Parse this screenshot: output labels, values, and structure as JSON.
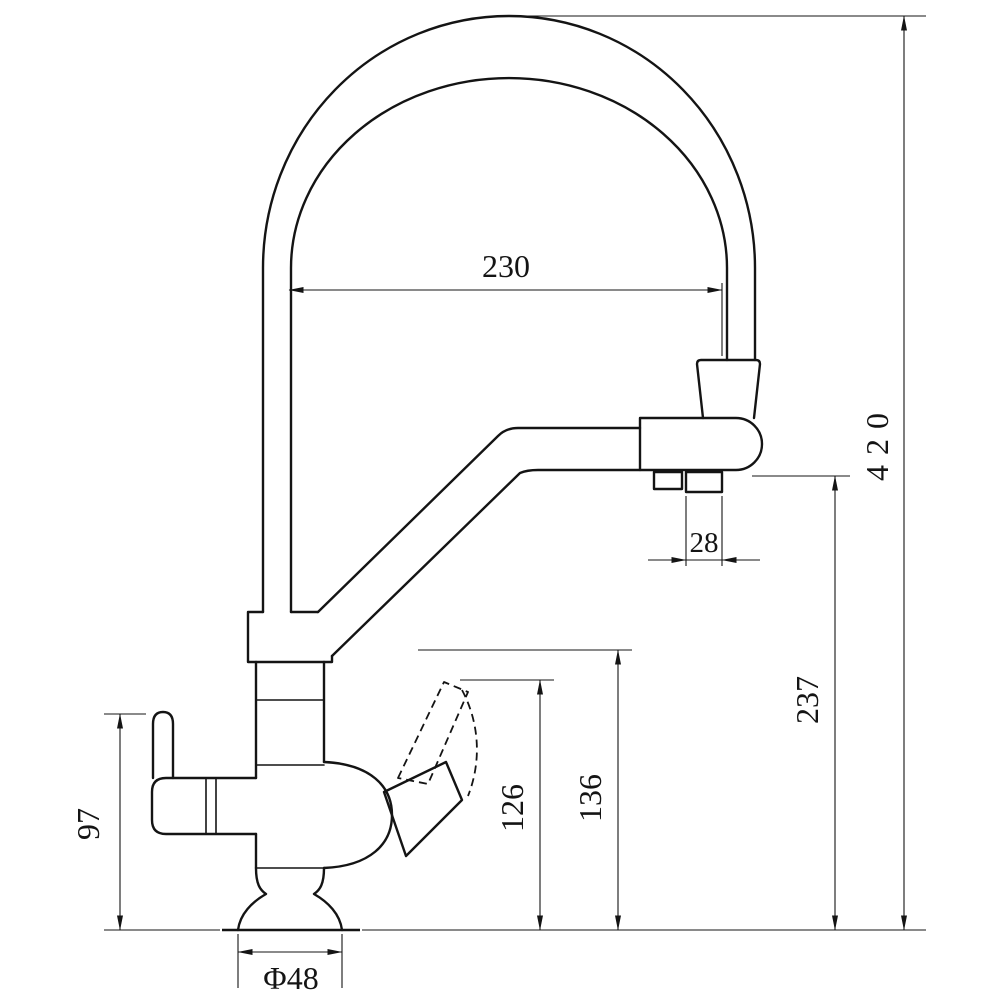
{
  "drawing": {
    "background": "#ffffff",
    "line_color": "#141414",
    "dimensions": {
      "spout_reach": "230",
      "overall_height": "420",
      "outlet_width": "28",
      "outlet_to_deck": "237",
      "lever_tip_height": "136",
      "elbow_height": "126",
      "side_handle_height": "97",
      "base_diameter": "Φ48"
    }
  }
}
